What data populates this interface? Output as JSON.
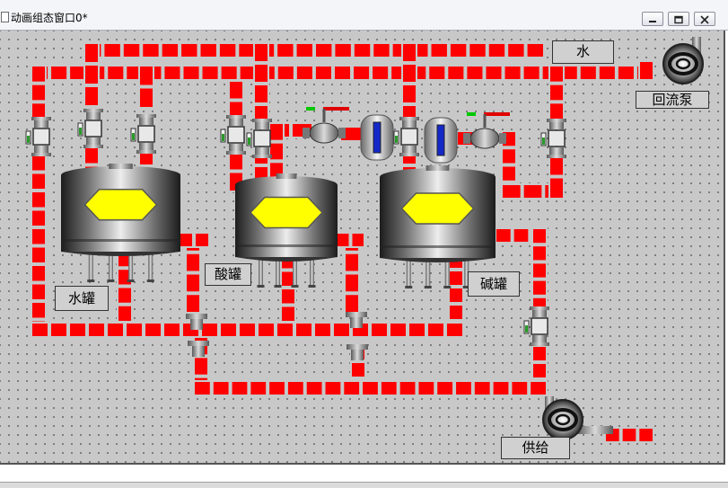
{
  "window": {
    "title": "动画组态窗口0*",
    "controls": {
      "minimize": "minimize-icon",
      "restore": "restore-icon",
      "close": "close-icon"
    }
  },
  "labels": {
    "water": "水",
    "reflux_pump": "回流泵",
    "water_tank": "水罐",
    "acid_tank": "酸罐",
    "alkali_tank": "碱罐",
    "supply": "供给"
  },
  "colors": {
    "pipe_fill": "#ff0000",
    "pipe_border": "#c8c8c8",
    "tank_indicator": "#ffff00",
    "canvas_background": "#c8c8c8",
    "valve_handle_green": "#00c800",
    "valve_handle_red": "#e00000",
    "level_gauge": "#1428c8"
  },
  "icons": [
    "valve-icon",
    "pump-icon",
    "tank-icon",
    "dosing-valve-icon",
    "mixer-vessel-icon"
  ]
}
